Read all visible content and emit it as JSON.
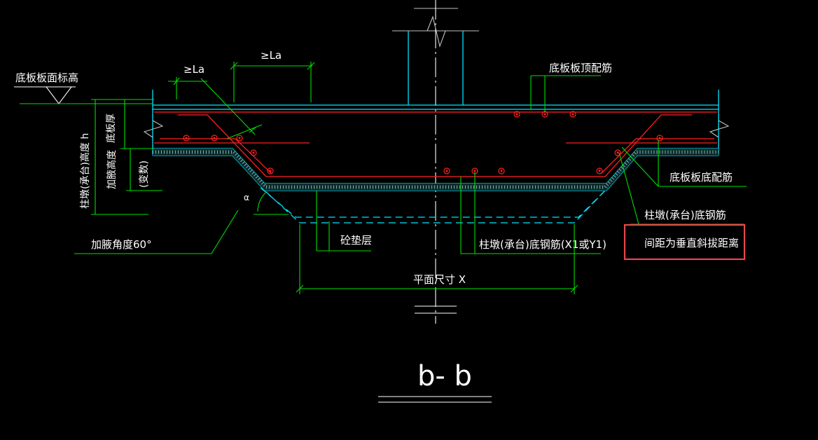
{
  "labels": {
    "la_left": "≥La",
    "la_top": "≥La",
    "slab_top_elevation": "底板板面标高",
    "slab_top_rebar": "底板板顶配筋",
    "slab_bottom_rebar": "底板板底配筋",
    "pier_height": "柱墩(承台)高度 h",
    "slab_thickness": "底板厚",
    "haunch_height_1": "加腋高度",
    "haunch_height_2": "(变数)",
    "alpha": "α",
    "haunch_angle": "加腋角度60°",
    "cushion": "砼垫层",
    "pier_bottom_rebar_xy": "柱墩(承台)底钢筋(X1或Y1)",
    "pier_bottom_rebar": "柱墩(承台)底钢筋",
    "spacing_note": "间距为垂直斜拔距离",
    "plan_dim": "平面尺寸 X",
    "section_title": "b- b"
  },
  "colors": {
    "concrete_outline": "#00e5ff",
    "rebar": "#ff2020",
    "dimension": "#00e000",
    "text": "#ffffff",
    "highlight_box": "#e8474b"
  }
}
